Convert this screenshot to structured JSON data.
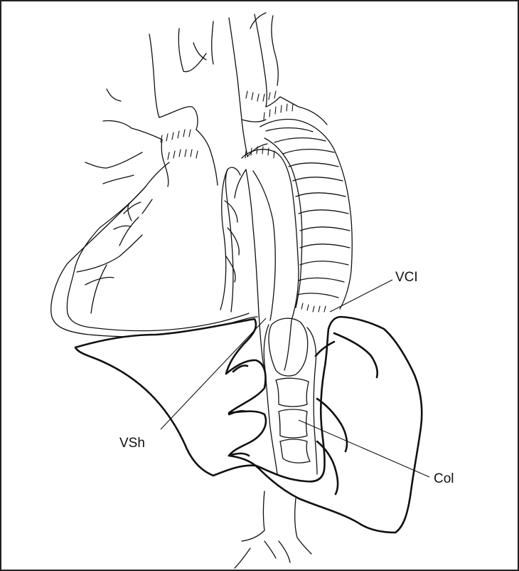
{
  "figure": {
    "labels": {
      "vci": "VCI",
      "vsh": "VSh",
      "col": "Col"
    },
    "colors": {
      "line": "#111111",
      "background": "#ffffff",
      "frame": "#222222"
    }
  }
}
